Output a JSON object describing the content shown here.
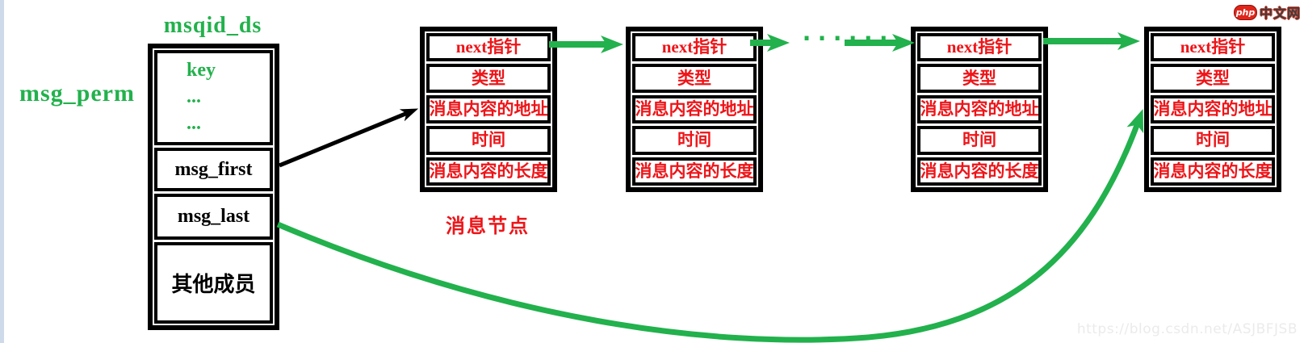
{
  "colors": {
    "green": "#22B14C",
    "red": "#EE1418",
    "black": "#000000",
    "left_strip": "#CED9EA",
    "watermark_gray": "#EBEBEB"
  },
  "struct": {
    "title": "msqid_ds",
    "outside_label": "msg_perm",
    "top_lines": [
      "key",
      "...",
      "..."
    ],
    "cells": [
      "msg_first",
      "msg_last",
      "其他成员"
    ]
  },
  "node_rows": [
    "next指针",
    "类型",
    "消息内容的地址",
    "时间",
    "消息内容的长度"
  ],
  "node_count": 4,
  "node_caption": "消息节点",
  "ellipsis": "......",
  "logo": {
    "badge": "php",
    "text": "中文网"
  },
  "watermark": "https://blog.csdn.net/ASJBFJSB"
}
